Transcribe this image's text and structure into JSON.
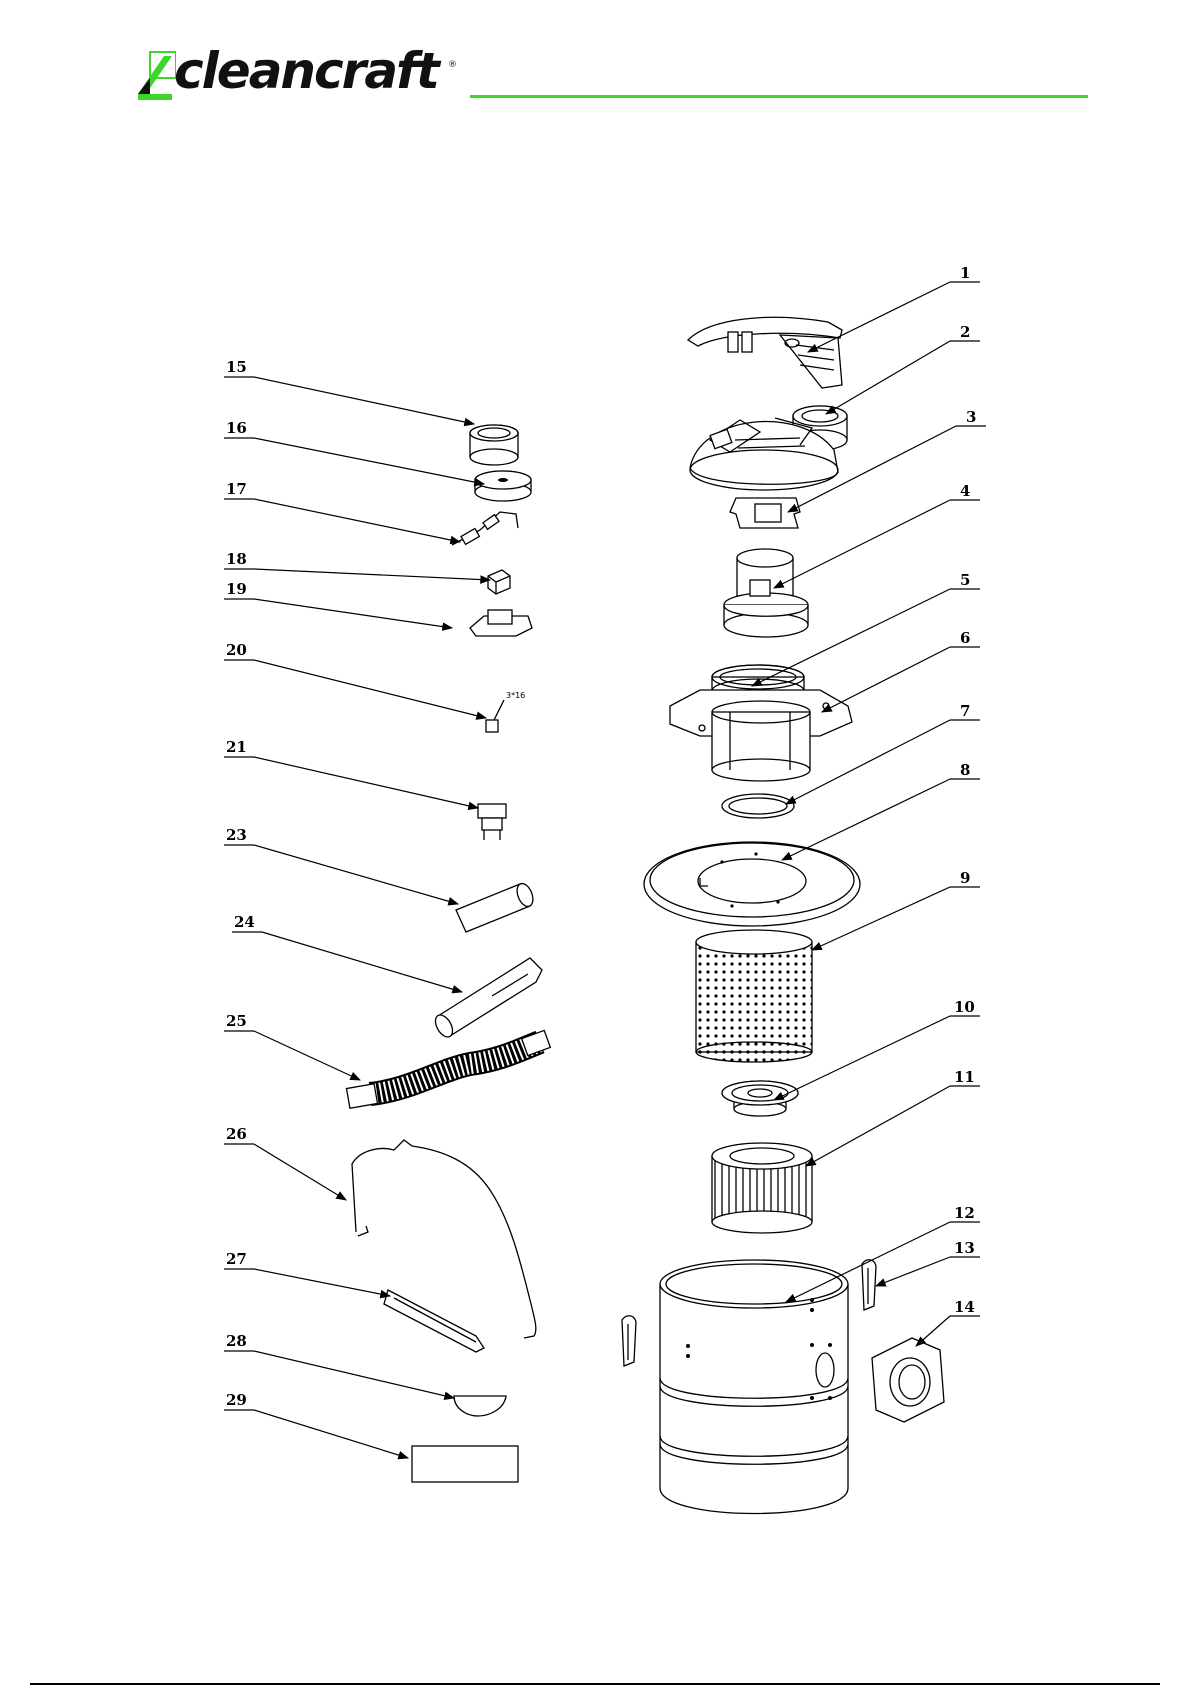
{
  "brand": {
    "name": "cleancraft",
    "registered_mark": "®",
    "accent_color": "#3cd62a"
  },
  "part_numbers": {
    "p1": "1",
    "p2": "2",
    "p3": "3",
    "p4": "4",
    "p5": "5",
    "p6": "6",
    "p7": "7",
    "p8": "8",
    "p9": "9",
    "p10": "10",
    "p11": "11",
    "p12": "12",
    "p13": "13",
    "p14": "14",
    "p15": "15",
    "p16": "16",
    "p17": "17",
    "p18": "18",
    "p19": "19",
    "p20": "20",
    "p21": "21",
    "p23": "23",
    "p24": "24",
    "p25": "25",
    "p26": "26",
    "p27": "27",
    "p28": "28",
    "p29": "29"
  },
  "screw_label": "3*16"
}
